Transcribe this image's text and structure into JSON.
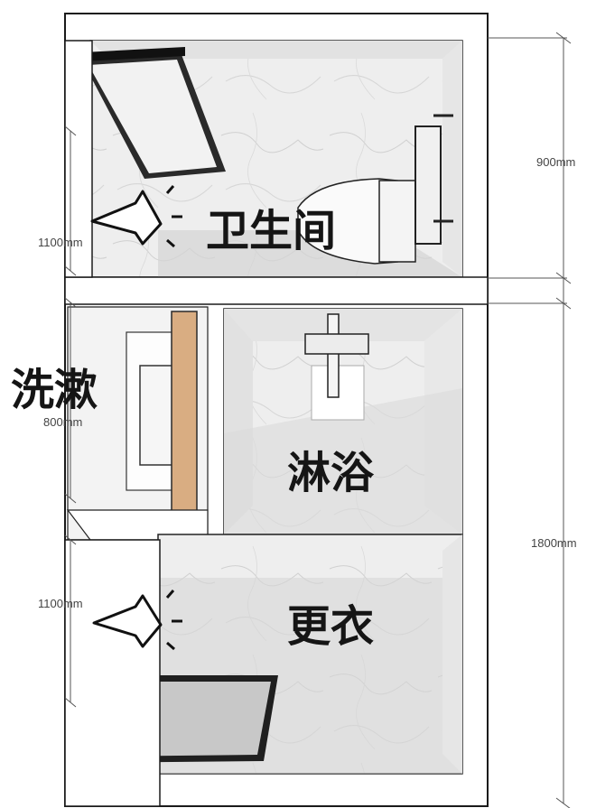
{
  "rooms": {
    "toilet": "卫生间",
    "wash": "洗漱",
    "shower": "淋浴",
    "dressing": "更衣"
  },
  "dimensions": {
    "top_right": "900mm",
    "right_long": "1800mm",
    "left_upper": "1100mm",
    "left_mid": "800mm",
    "left_lower": "1100mm"
  }
}
